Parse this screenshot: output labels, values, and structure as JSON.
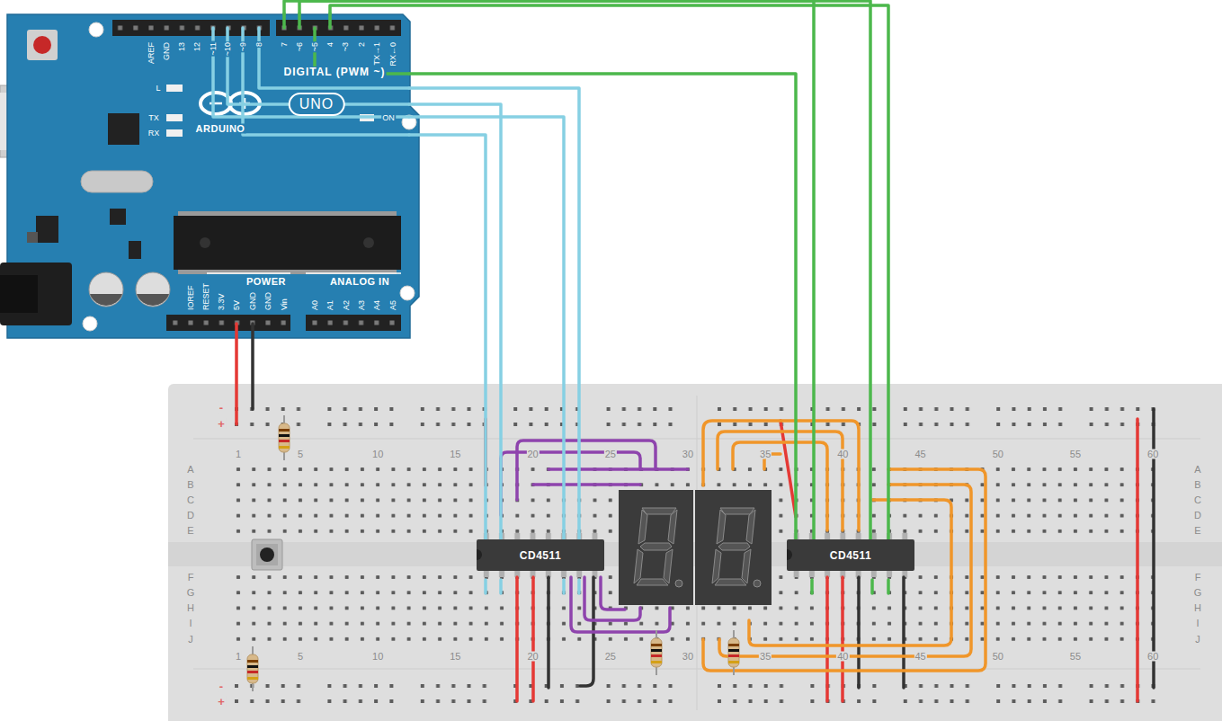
{
  "diagram": {
    "nodes": [
      {
        "text": [
          "UNO",
          "ARDUINO"
        ]
      },
      {
        "text": [
          "CD4511"
        ]
      },
      {
        "text": [
          "CD4511"
        ]
      }
    ],
    "edges": [
      {
        "from": 0,
        "to": 1,
        "arrow": "none"
      },
      {
        "from": 0,
        "to": 1,
        "arrow": "none"
      },
      {
        "from": 0,
        "to": 1,
        "arrow": "none"
      },
      {
        "from": 0,
        "to": 1,
        "arrow": "none"
      },
      {
        "from": 0,
        "to": 2,
        "arrow": "none"
      },
      {
        "from": 0,
        "to": 2,
        "arrow": "none"
      },
      {
        "from": 0,
        "to": 2,
        "arrow": "none"
      },
      {
        "from": 0,
        "to": 2,
        "arrow": "none"
      }
    ],
    "labels": [
      "AREF",
      "GND",
      "13",
      "12",
      "~11",
      "~10",
      "~9",
      "8",
      "7",
      "~6",
      "~5",
      "4",
      "~3",
      "2",
      "TX→1",
      "RX←0",
      "DIGITAL (PWM ~)",
      "L",
      "TX",
      "RX",
      "ON",
      "IOREF",
      "RESET",
      "3.3V",
      "5V",
      "GND",
      "GND",
      "Vin",
      "POWER",
      "ANALOG IN",
      "A0",
      "A1",
      "A2",
      "A3",
      "A4",
      "A5",
      "1",
      "5",
      "10",
      "15",
      "20",
      "25",
      "30",
      "35",
      "40",
      "45",
      "50",
      "55",
      "60",
      "1",
      "5",
      "10",
      "15",
      "20",
      "25",
      "30",
      "35",
      "40",
      "45",
      "50",
      "55",
      "60",
      "A",
      "B",
      "C",
      "D",
      "E",
      "F",
      "G",
      "H",
      "I",
      "J",
      "A",
      "B",
      "C",
      "D",
      "E",
      "F",
      "G",
      "H",
      "I",
      "J",
      "-",
      "+",
      "-",
      "+"
    ]
  }
}
